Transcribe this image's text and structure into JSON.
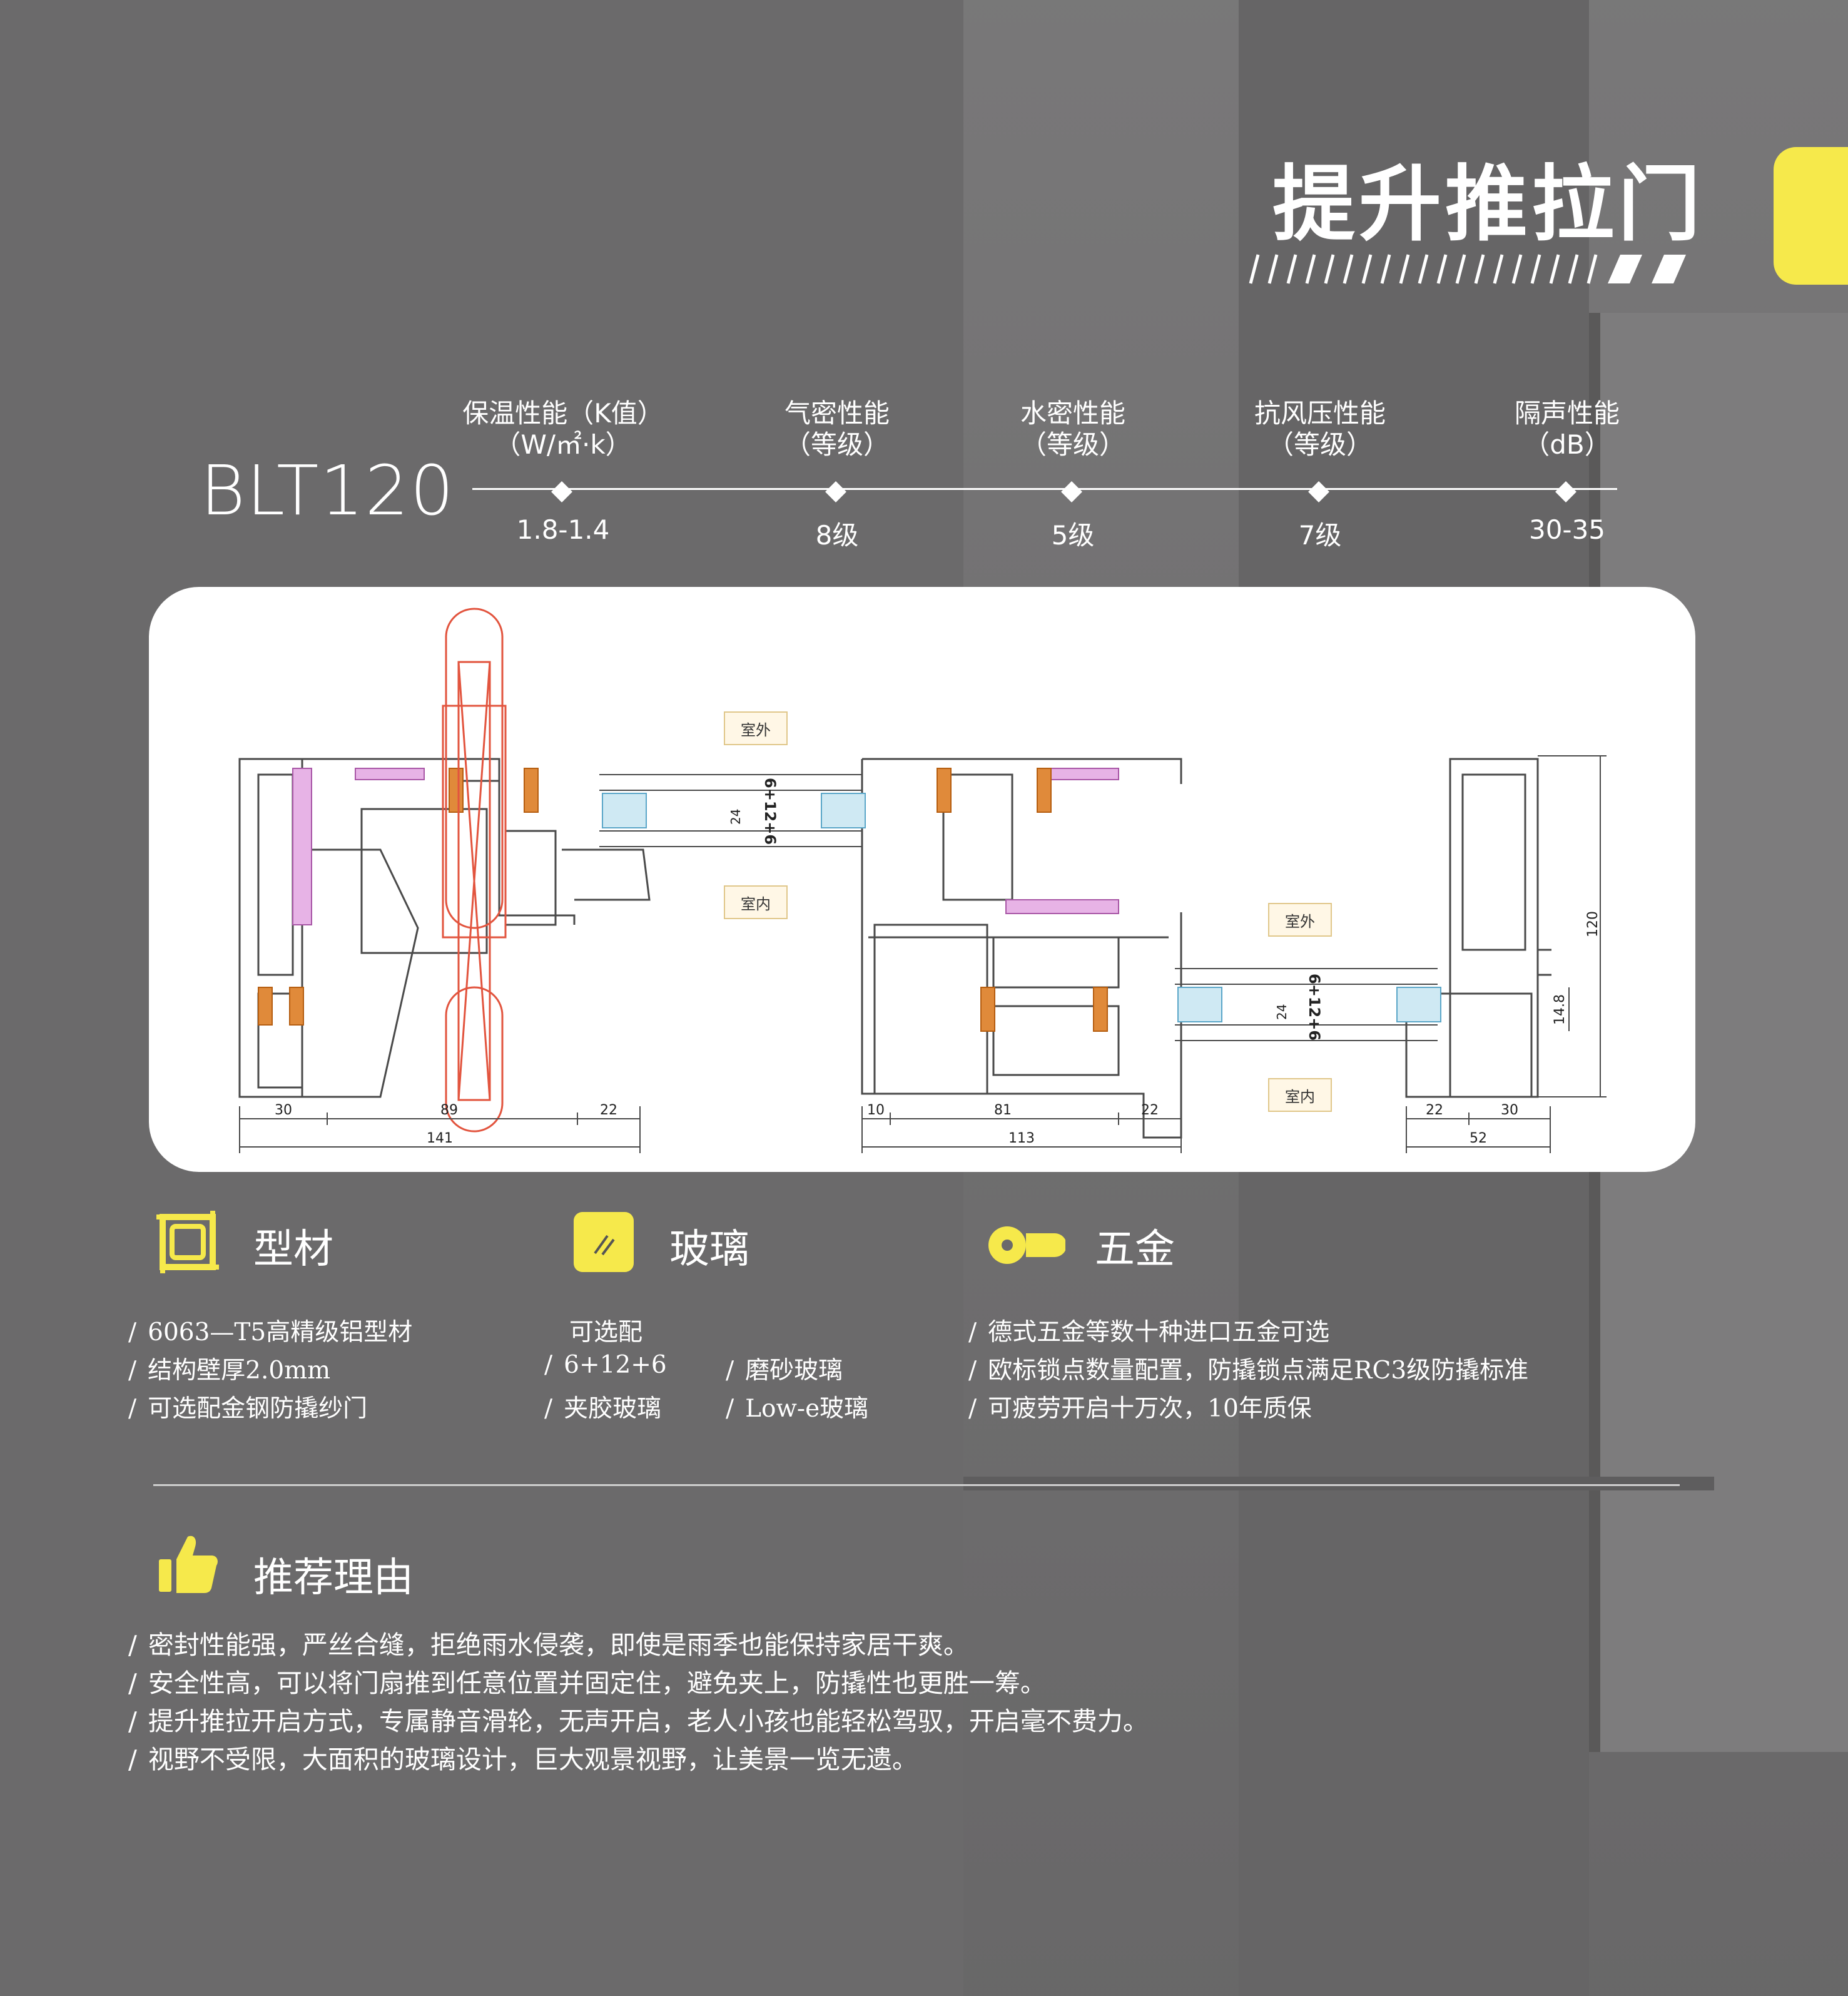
{
  "header": {
    "title": "提升推拉门",
    "accent_color": "#f6e94b"
  },
  "spec": {
    "model": "BLT120",
    "metrics": [
      {
        "label_line1": "保温性能（K值）",
        "label_line2": "（W/㎡·k）",
        "value": "1.8-1.4"
      },
      {
        "label_line1": "气密性能",
        "label_line2": "（等级）",
        "value": "8级"
      },
      {
        "label_line1": "水密性能",
        "label_line2": "（等级）",
        "value": "5级"
      },
      {
        "label_line1": "抗风压性能",
        "label_line2": "（等级）",
        "value": "7级"
      },
      {
        "label_line1": "隔声性能",
        "label_line2": "（dB）",
        "value": "30-35"
      }
    ]
  },
  "drawing": {
    "labels": {
      "outdoor": "室外",
      "indoor": "室内",
      "glass_spec": "6+12+6",
      "glass_depth": "24",
      "height": "120",
      "height_small": "14.8"
    },
    "dims_left": {
      "a": "30",
      "b": "89",
      "c": "22",
      "total": "141"
    },
    "dims_mid": {
      "a": "10",
      "b": "81",
      "c": "22",
      "total": "113"
    },
    "dims_right": {
      "a": "22",
      "b": "30",
      "total": "52"
    }
  },
  "features": {
    "profile": {
      "icon": "frame-icon",
      "title": "型材",
      "items": [
        "6063—T5高精级铝型材",
        "结构壁厚2.0mm",
        "可选配金钢防撬纱门"
      ]
    },
    "glass": {
      "icon": "glass-icon",
      "title": "玻璃",
      "intro": "可选配",
      "items": [
        "6+12+6",
        "磨砂玻璃",
        "夹胶玻璃",
        "Low-e玻璃"
      ]
    },
    "hardware": {
      "icon": "key-icon",
      "title": "五金",
      "items": [
        "德式五金等数十种进口五金可选",
        "欧标锁点数量配置，防撬锁点满足RC3级防撬标准",
        "可疲劳开启十万次，10年质保"
      ]
    }
  },
  "reasons": {
    "icon": "thumbs-up-icon",
    "title": "推荐理由",
    "items": [
      "密封性能强，严丝合缝，拒绝雨水侵袭，即使是雨季也能保持家居干爽。",
      "安全性高，可以将门扇推到任意位置并固定住，避免夹上，防撬性也更胜一筹。",
      "提升推拉开启方式，专属静音滑轮，无声开启，老人小孩也能轻松驾驭，开启毫不费力。",
      "视野不受限，大面积的玻璃设计，巨大观景视野，让美景一览无遗。"
    ]
  }
}
